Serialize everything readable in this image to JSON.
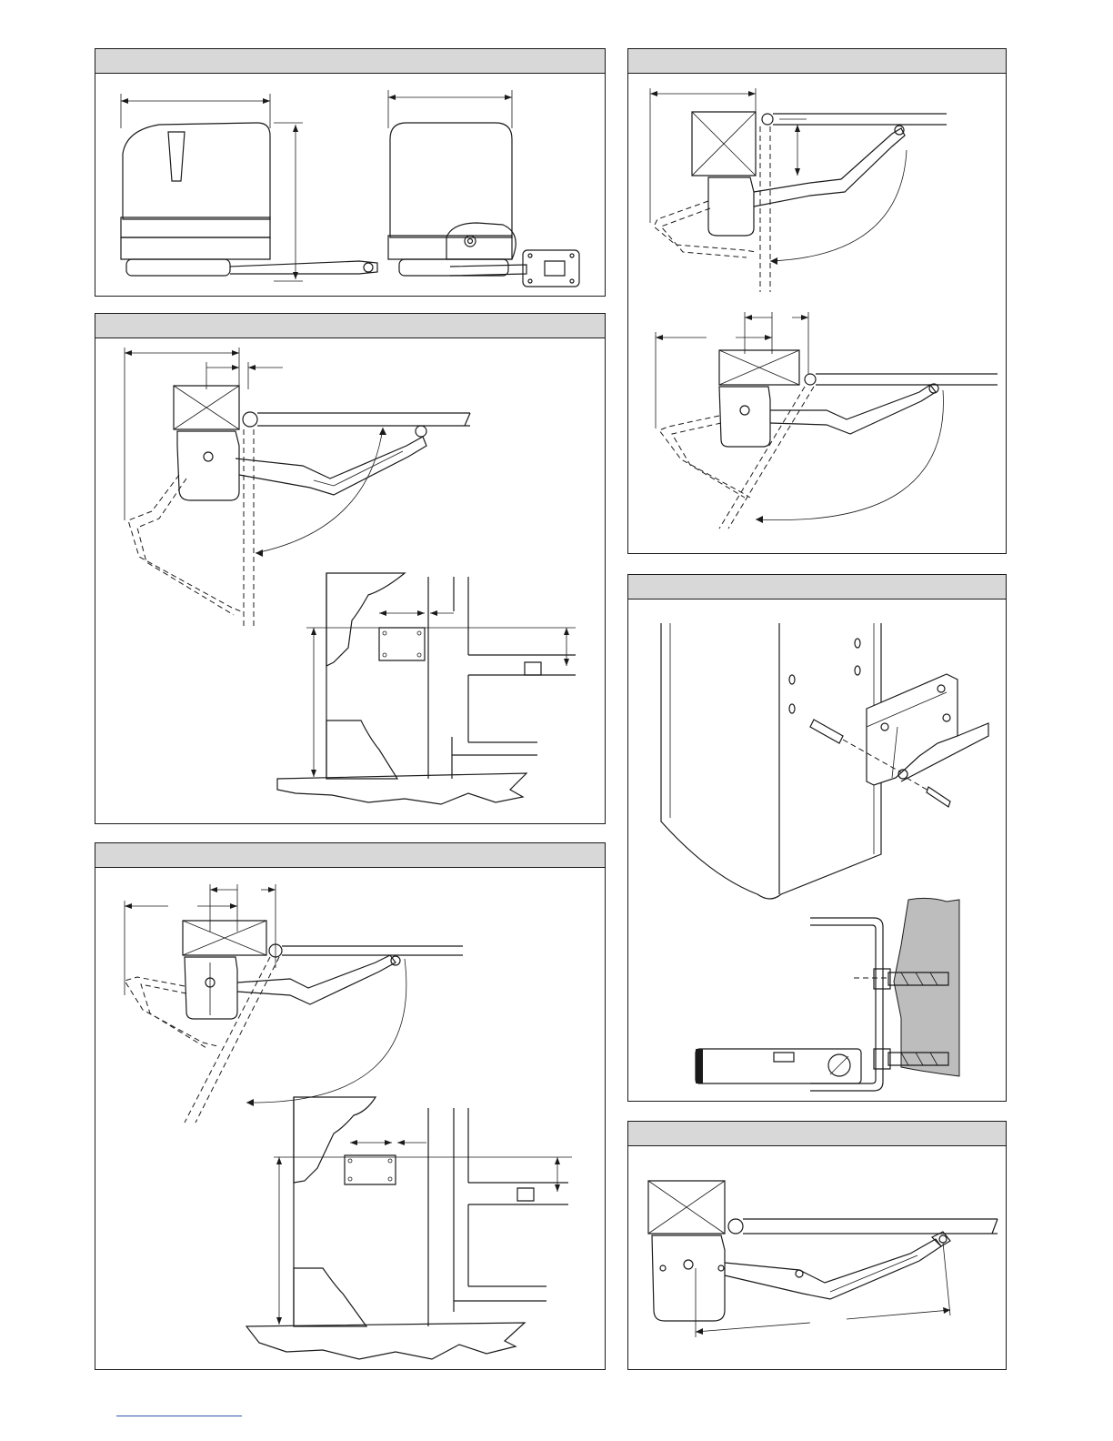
{
  "figure": {
    "panels": [
      {
        "id": "dimensions",
        "header": ""
      },
      {
        "id": "installation-a",
        "header": ""
      },
      {
        "id": "installation-b",
        "header": ""
      },
      {
        "id": "installation-c",
        "header": ""
      },
      {
        "id": "bracket-fixing",
        "header": ""
      },
      {
        "id": "arm-length",
        "header": ""
      }
    ]
  },
  "colors": {
    "line": "#1a1a1a",
    "header_bg": "#d8d8d8",
    "wall_fill": "#ffffff",
    "grey_wall": "#bdbdbd"
  }
}
